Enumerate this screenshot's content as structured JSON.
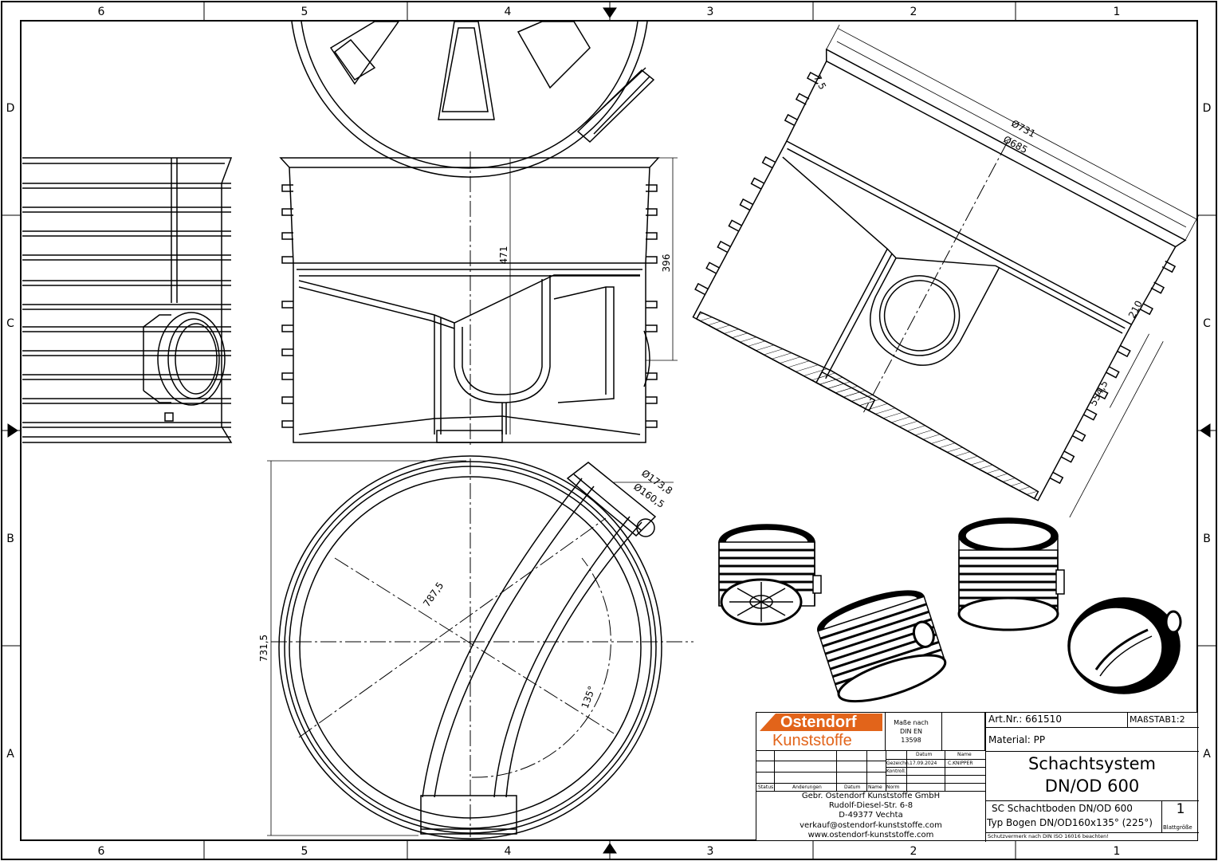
{
  "frame": {
    "columns": [
      "6",
      "5",
      "4",
      "3",
      "2",
      "1"
    ],
    "rows": [
      "D",
      "C",
      "B",
      "A"
    ]
  },
  "dimensions": {
    "top_right_width": "7,5",
    "outer_diameter": "Ø731",
    "inner_diameter": "Ø685",
    "right_height_1": "210",
    "right_height_2": "554,5",
    "side_height_1": "471",
    "side_height_2": "396",
    "pipe_od_1": "Ø173,8",
    "pipe_od_2": "Ø160,5",
    "diagonal": "787,5",
    "plan_height": "731,5",
    "angle": "135°"
  },
  "title_block": {
    "logo_line_1": "Ostendorf",
    "logo_line_2": "Kunststoffe",
    "standard": [
      "Maße nach",
      "DIN EN",
      "13598"
    ],
    "col_datum": "Datum",
    "col_name": "Name",
    "row_gezeichnet": "Gezeichn.",
    "row_kontrolliert": "Kontroll.",
    "row_norm": "Norm",
    "drawn_date": "17.09.2024",
    "drawn_by": "C.KNIPPER",
    "rev_status": "Status",
    "rev_changes": "Änderungen",
    "rev_date": "Datum",
    "rev_name": "Name",
    "company": [
      "Gebr. Ostendorf Kunststoffe GmbH",
      "Rudolf-Diesel-Str. 6-8",
      "D-49377 Vechta",
      "verkauf@ostendorf-kunststoffe.com",
      "www.ostendorf-kunststoffe.com"
    ],
    "article": "Art.Nr.: 661510",
    "scale": "MAßSTAB1:2",
    "material": "Material: PP",
    "system_line_1": "Schachtsystem",
    "system_line_2": "DN/OD 600",
    "desc_line_1": "SC Schachtboden DN/OD 600",
    "desc_line_2": "Typ Bogen DN/OD160x135° (225°)",
    "sheet_no": "1",
    "sheet_label": "Blattgröße",
    "protection": "Schutzvermerk nach DIN ISO 16016 beachten!"
  }
}
